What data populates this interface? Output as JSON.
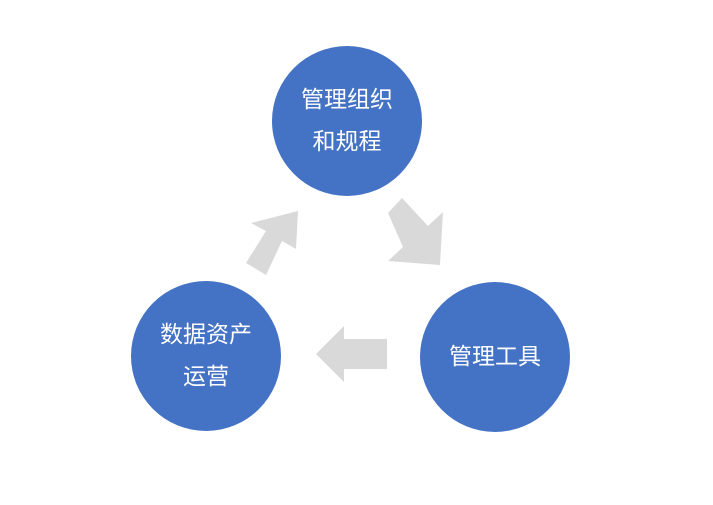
{
  "diagram": {
    "nodes": [
      {
        "id": "top",
        "lines": [
          "管理组织",
          "和规程"
        ]
      },
      {
        "id": "right",
        "lines": [
          "管理工具"
        ]
      },
      {
        "id": "left",
        "lines": [
          "数据资产",
          "运营"
        ]
      }
    ],
    "colors": {
      "node_fill": "#4472c4",
      "node_text": "#ffffff",
      "arrow_fill": "#d9d9d9"
    }
  }
}
